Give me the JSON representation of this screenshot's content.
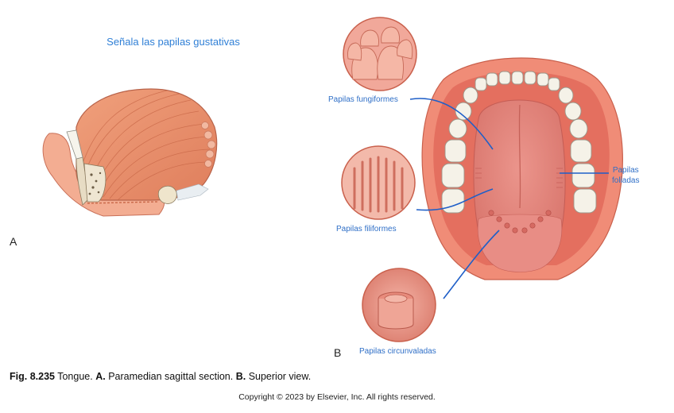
{
  "title": "Señala las papilas gustativas",
  "panels": {
    "a": "A",
    "b": "B"
  },
  "labels": {
    "fungiform": "Papilas fungiformes",
    "filiform": "Papilas filiformes",
    "circumvallate": "Papilas circunvaladas",
    "foliate_line1": "Papilas",
    "foliate_line2": "foliadas"
  },
  "caption": {
    "fig": "Fig. 8.235",
    "tongue": "Tongue.",
    "a_letter": "A.",
    "a_text": "Paramedian sagittal section.",
    "b_letter": "B.",
    "b_text": "Superior view."
  },
  "copyright": "Copyright © 2023 by Elsevier, Inc. All rights reserved.",
  "colors": {
    "label_blue": "#2f7fd6",
    "leader_blue": "#1f5fc8",
    "tongue": "#e4857c",
    "mucosa": "#f08a74",
    "muscle": "#e98a66",
    "tooth": "#f4f1e6"
  }
}
